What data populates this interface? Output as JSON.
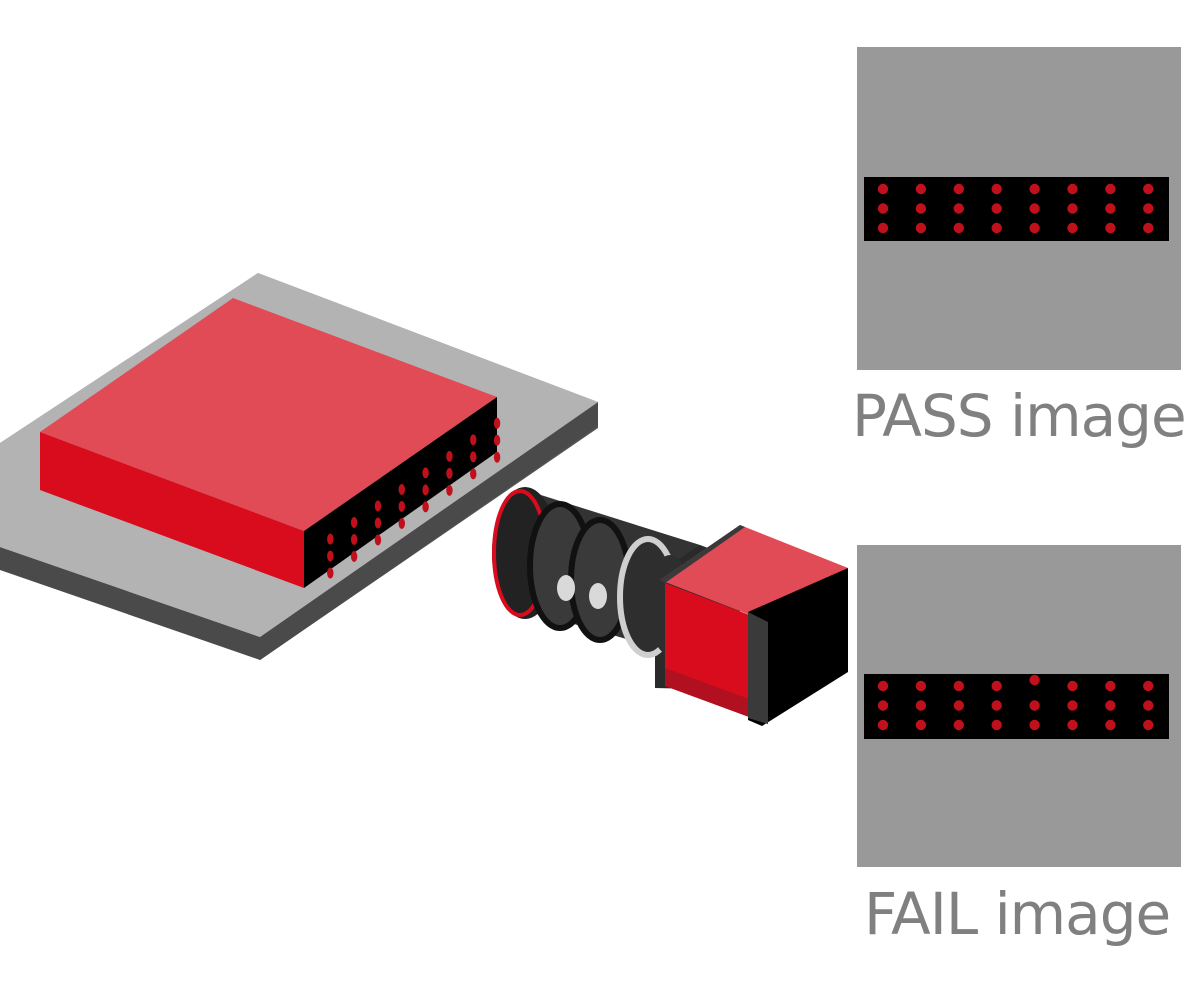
{
  "labels": {
    "pass": "PASS image",
    "fail": "FAIL image"
  },
  "colors": {
    "background": "#ffffff",
    "label_text": "#808080",
    "panel_gray": "#999999",
    "strip_black": "#000000",
    "pin_red": "#c0101c",
    "base_top": "#b3b3b3",
    "base_side": "#4a4a4a",
    "box_top": "#e04b56",
    "box_front": "#d80c1c",
    "box_end": "#000000",
    "lens_dark": "#333333",
    "lens_ring": "#1a1a1a",
    "lens_accent": "#d80c1c",
    "lens_silver": "#cfcfcf"
  },
  "pass_image": {
    "pin_columns": 8,
    "pin_rows": 3,
    "misaligned_pins": []
  },
  "fail_image": {
    "pin_columns": 8,
    "pin_rows": 3,
    "misaligned_pins": [
      {
        "column": 5,
        "row": 1,
        "offset_direction": "up"
      }
    ]
  },
  "object_pin_grid": {
    "pin_columns": 8,
    "pin_rows": 3
  }
}
